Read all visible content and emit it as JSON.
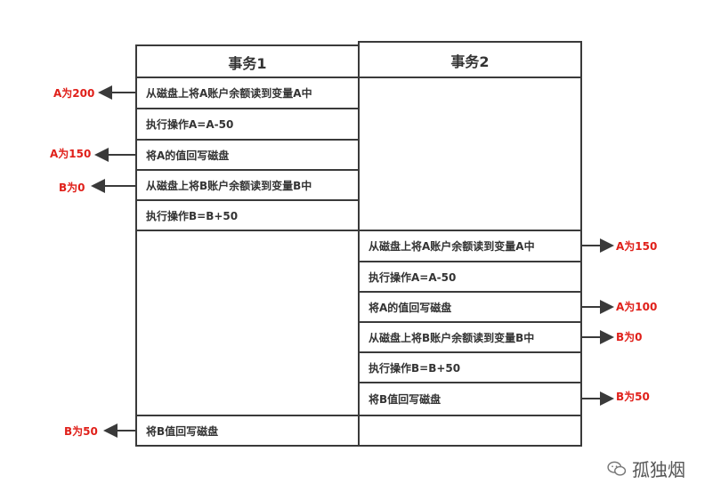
{
  "colors": {
    "annotation": "#e0201a",
    "border": "#3a3a3a",
    "text": "#333333"
  },
  "tx1": {
    "title": "事务1",
    "steps": [
      "从磁盘上将A账户余额读到变量A中",
      "执行操作A=A-50",
      "将A的值回写磁盘",
      "从磁盘上将B账户余额读到变量B中",
      "执行操作B=B+50"
    ],
    "final_step": "将B值回写磁盘"
  },
  "tx2": {
    "title": "事务2",
    "steps": [
      "从磁盘上将A账户余额读到变量A中",
      "执行操作A=A-50",
      "将A的值回写磁盘",
      "从磁盘上将B账户余额读到变量B中",
      "执行操作B=B+50",
      "将B值回写磁盘"
    ]
  },
  "annotations": {
    "left": [
      "A为200",
      "A为150",
      "B为0",
      "B为50"
    ],
    "right": [
      "A为150",
      "A为100",
      "B为0",
      "B为50"
    ]
  },
  "watermark": {
    "text": "孤独烟",
    "icon": "wechat-icon"
  }
}
